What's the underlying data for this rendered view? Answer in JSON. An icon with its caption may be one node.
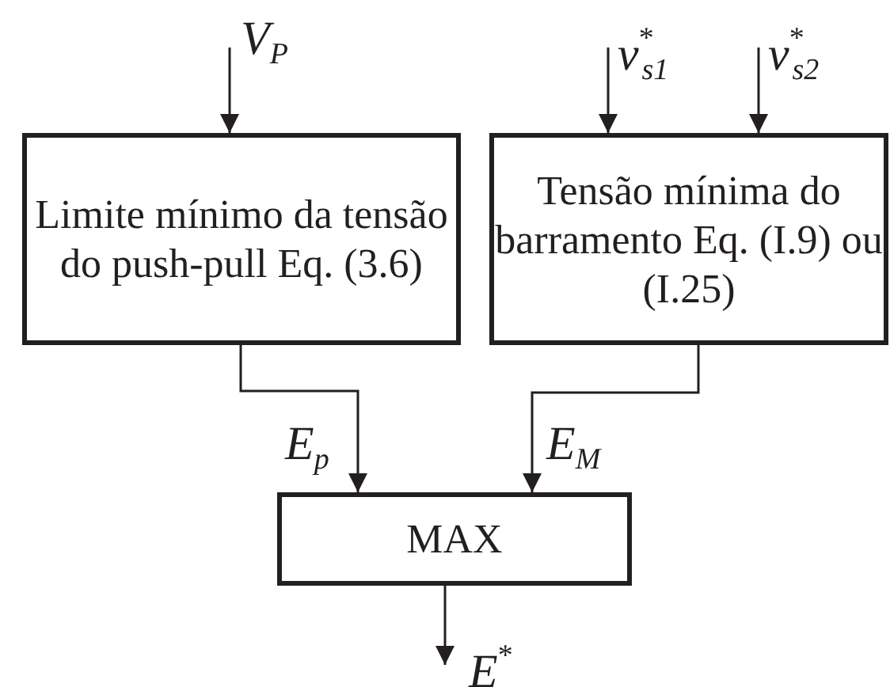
{
  "diagram": {
    "nodes": [
      {
        "text": [
          "Limite mínimo da tensão do push-pull Eq. (3.6)"
        ]
      },
      {
        "text": [
          "Tensão mínima do barramento Eq. (I.9) ou (I.25)"
        ]
      },
      {
        "text": [
          "MAX"
        ]
      }
    ],
    "edges": [
      {
        "from": null,
        "to": 0,
        "arrow": "to",
        "label": "V$_{P}$"
      },
      {
        "from": null,
        "to": 1,
        "arrow": "to",
        "label": "v$^{*}$$_{s1}$"
      },
      {
        "from": null,
        "to": 1,
        "arrow": "to",
        "label": "v$^{*}$$_{s2}$"
      },
      {
        "from": 0,
        "to": 2,
        "arrow": "to",
        "label": "E$_{p}$"
      },
      {
        "from": 1,
        "to": 2,
        "arrow": "to",
        "label": "E$_{M}$"
      },
      {
        "from": 2,
        "to": null,
        "arrow": "to",
        "label": "E$^{*}$"
      }
    ]
  }
}
